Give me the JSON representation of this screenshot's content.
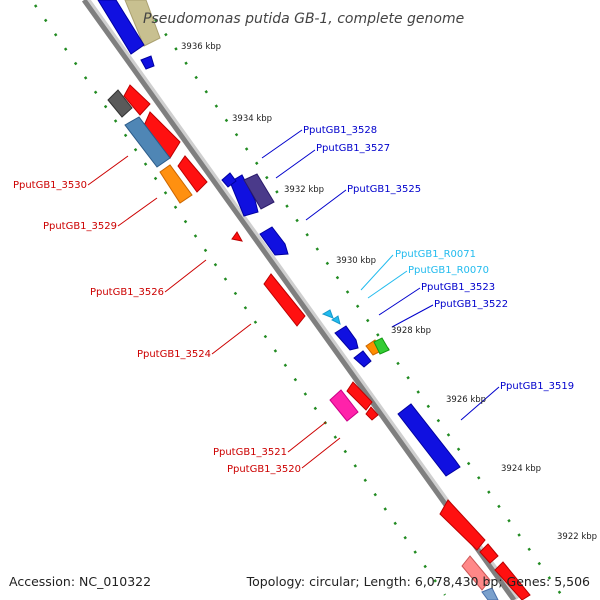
{
  "title": "Pseudomonas putida GB-1, complete genome",
  "footer": {
    "accession": "Accession: NC_010322",
    "topology": "Topology: circular; Length: 6,078,430 bp; Genes: 5,506"
  },
  "ticks": [
    "3936 kbp",
    "3934 kbp",
    "3932 kbp",
    "3930 kbp",
    "3928 kbp",
    "3926 kbp",
    "3924 kbp",
    "3922 kbp"
  ],
  "colors": {
    "backbone": "#7f7f7f",
    "dotted_track": "#228b22",
    "reverse_label": "#cc0000",
    "forward_label": "#0000cc",
    "rna_label": "#22bbee"
  },
  "labels_left": [
    "PputGB1_3530",
    "PputGB1_3529",
    "PputGB1_3526",
    "PputGB1_3524",
    "PputGB1_3521",
    "PputGB1_3520"
  ],
  "labels_right": [
    "PputGB1_3528",
    "PputGB1_3527",
    "PputGB1_3525",
    "PputGB1_R0071",
    "PputGB1_R0070",
    "PputGB1_3523",
    "PputGB1_3522",
    "PputGB1_3519"
  ]
}
